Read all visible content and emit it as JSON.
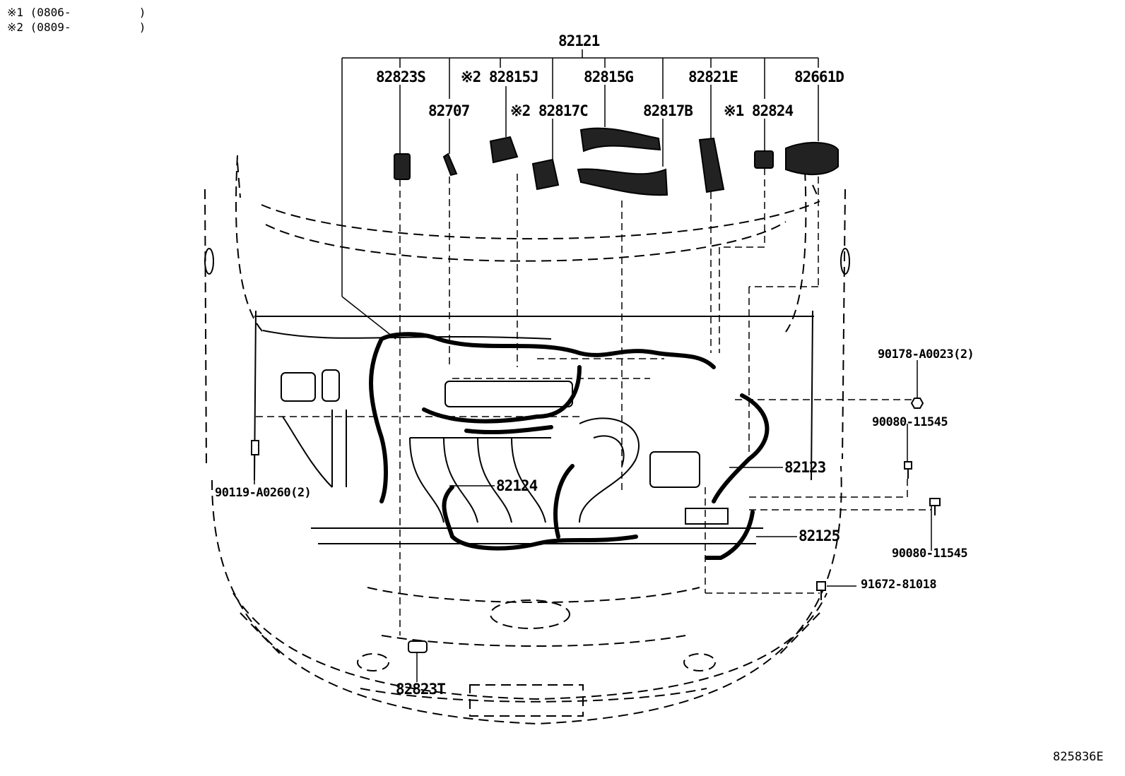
{
  "notes": [
    {
      "id": "n1",
      "text": "※1 (0806-          )"
    },
    {
      "id": "n2",
      "text": "※2 (0809-          )"
    }
  ],
  "main_part": "82121",
  "parts": {
    "p82823S": "82823S",
    "p82815J": "※2 82815J",
    "p82815G": "82815G",
    "p82821E": "82821E",
    "p82661D": "82661D",
    "p82707": "82707",
    "p82817C": "※2 82817C",
    "p82817B": "82817B",
    "p82824": "※1 82824",
    "p90178": "90178-A0023(2)",
    "p90080a": "90080-11545",
    "p82123": "82123",
    "p82124": "82124",
    "p90119": "90119-A0260(2)",
    "p82125": "82125",
    "p90080b": "90080-11545",
    "p91672": "91672-81018",
    "p82823T": "82823T"
  },
  "figure_code": "825836E"
}
